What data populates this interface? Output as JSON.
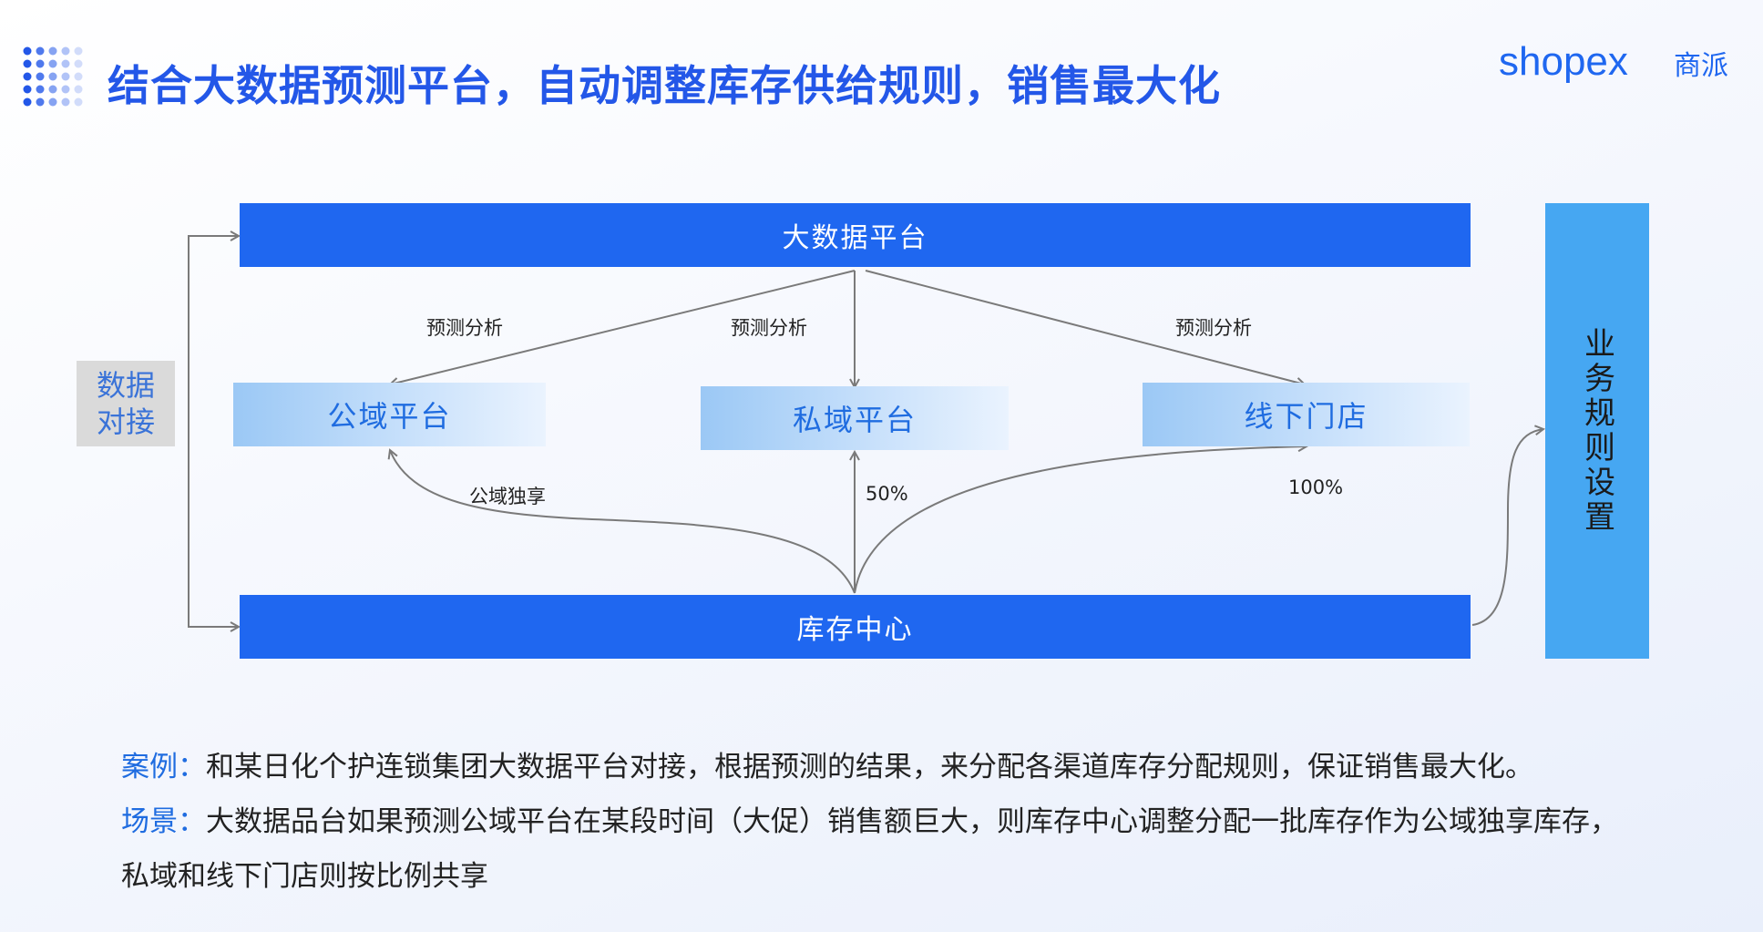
{
  "title": "结合大数据预测平台，自动调整库存供给规则，销售最大化",
  "logo": {
    "brand_text": "shopex",
    "brand_cn": "商派",
    "brand_color": "#1f67f0",
    "accent_color": "#f08a24"
  },
  "colors": {
    "title": "#2357e8",
    "bar": "#1f67f0",
    "rule_box": "#46a7f2",
    "platform_text": "#1f6ce0"
  },
  "diagram": {
    "top_bar": "大数据平台",
    "bottom_bar": "库存中心",
    "side_box_lines": [
      "数据",
      "对接"
    ],
    "rule_box": "业务规则设置",
    "platforms": {
      "public": "公域平台",
      "private": "私域平台",
      "offline": "线下门店"
    },
    "edge_labels": {
      "forecast_1": "预测分析",
      "forecast_2": "预测分析",
      "forecast_3": "预测分析",
      "exclusive": "公域独享",
      "private_share": "50%",
      "offline_share": "100%"
    }
  },
  "text": {
    "case_tag": "案例：",
    "case_body": "和某日化个护连锁集团大数据平台对接，根据预测的结果，来分配各渠道库存分配规则，保证销售最大化。",
    "scene_tag": "场景：",
    "scene_body": "大数据品台如果预测公域平台在某段时间（大促）销售额巨大，则库存中心调整分配一批库存作为公域独享库存，",
    "scene_body_2": "私域和线下门店则按比例共享"
  }
}
